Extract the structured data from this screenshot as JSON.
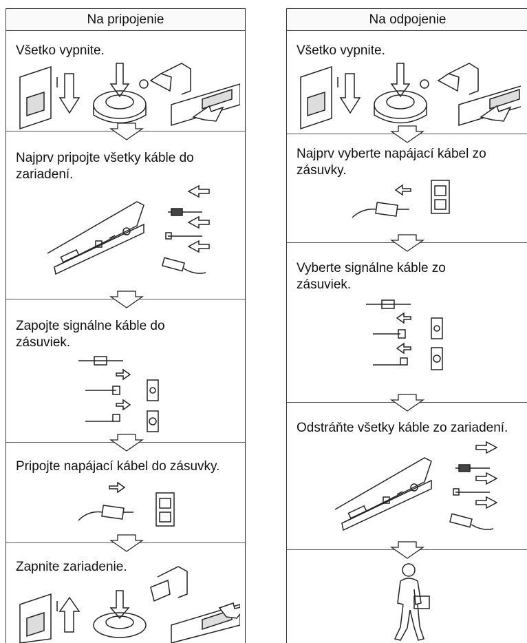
{
  "left": {
    "header": "Na pripojenie",
    "steps": [
      {
        "line1": "Všetko vypnite.",
        "line2": ""
      },
      {
        "line1": "Najprv pripojte všetky káble do",
        "line2": "zariadení."
      },
      {
        "line1": "Zapojte signálne káble do",
        "line2": "zásuviek."
      },
      {
        "line1": "Pripojte napájací kábel do zásuvky.",
        "line2": ""
      },
      {
        "line1": "Zapnite zariadenie.",
        "line2": ""
      }
    ]
  },
  "right": {
    "header": "Na odpojenie",
    "steps": [
      {
        "line1": "Všetko vypnite.",
        "line2": ""
      },
      {
        "line1": "Najprv vyberte napájací kábel zo",
        "line2": "zásuvky."
      },
      {
        "line1": "Vyberte signálne káble zo",
        "line2": "zásuviek."
      },
      {
        "line1": "Odstráňte všetky káble zo zariadení.",
        "line2": ""
      },
      {
        "line1": "",
        "line2": ""
      }
    ]
  }
}
